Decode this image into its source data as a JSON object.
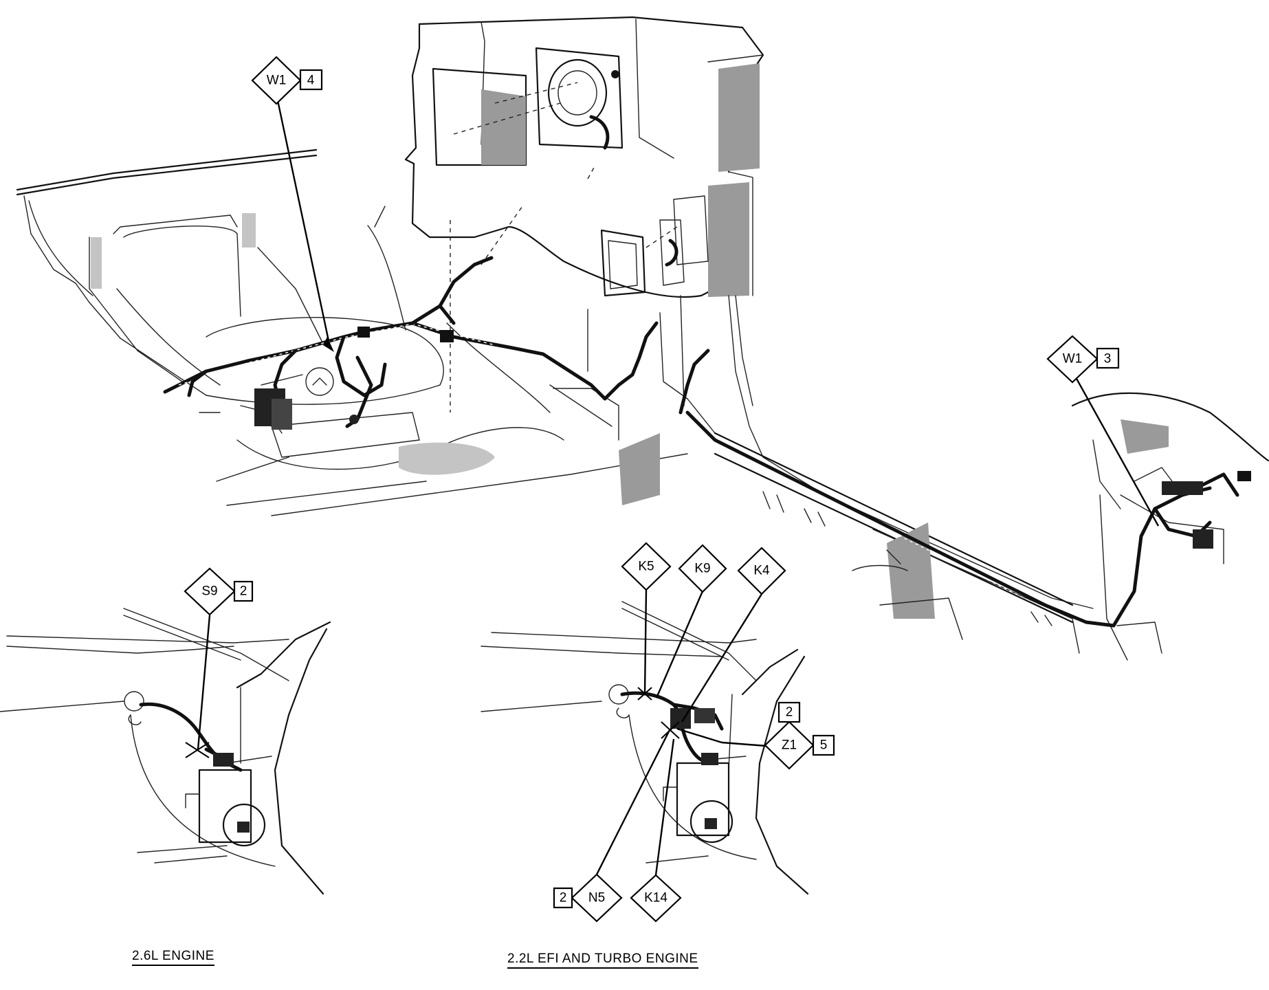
{
  "callouts": {
    "w1_4": {
      "code": "W1",
      "num": "4"
    },
    "w1_3": {
      "code": "W1",
      "num": "3"
    },
    "s9_2": {
      "code": "S9",
      "num": "2"
    },
    "k5": {
      "code": "K5"
    },
    "k9": {
      "code": "K9"
    },
    "k4": {
      "code": "K4"
    },
    "z1_5": {
      "code": "Z1",
      "num": "5",
      "num_top": "2"
    },
    "n5_2": {
      "code": "N5",
      "num": "2"
    },
    "k14": {
      "code": "K14"
    }
  },
  "captions": {
    "left": "2.6L ENGINE",
    "right": "2.2L EFI AND TURBO ENGINE"
  }
}
